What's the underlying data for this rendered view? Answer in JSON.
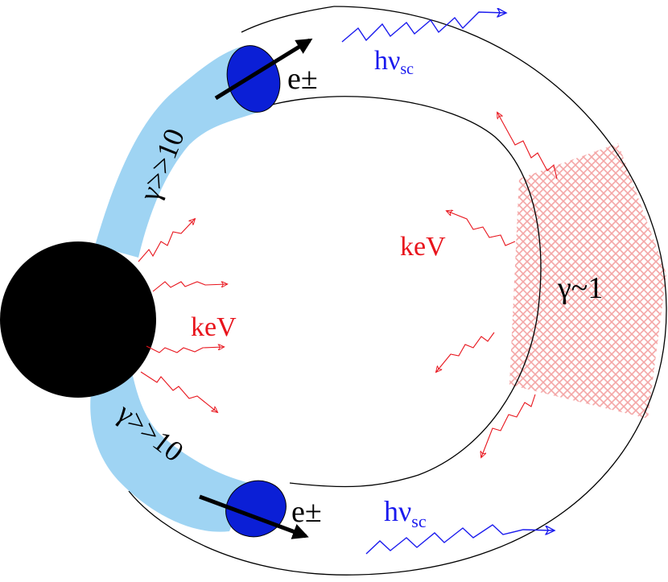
{
  "labels": {
    "gamma_upper": "γ>>10",
    "gamma_lower": "γ>>10",
    "gamma_disk": "γ~1",
    "kev_left": "keV",
    "kev_right": "keV",
    "positron_upper": "e±",
    "positron_lower": "e±",
    "hnu_upper_main": "hν",
    "hnu_upper_sub": "sc",
    "hnu_lower_main": "hν",
    "hnu_lower_sub": "sc"
  },
  "colors": {
    "jet": "#9fd4f3",
    "blob": "#0b1fd6",
    "keV_photons": "#e8141c",
    "scattered_photons": "#1a1aee",
    "hatch_region": "#f4a6a6",
    "star": "#000000"
  }
}
